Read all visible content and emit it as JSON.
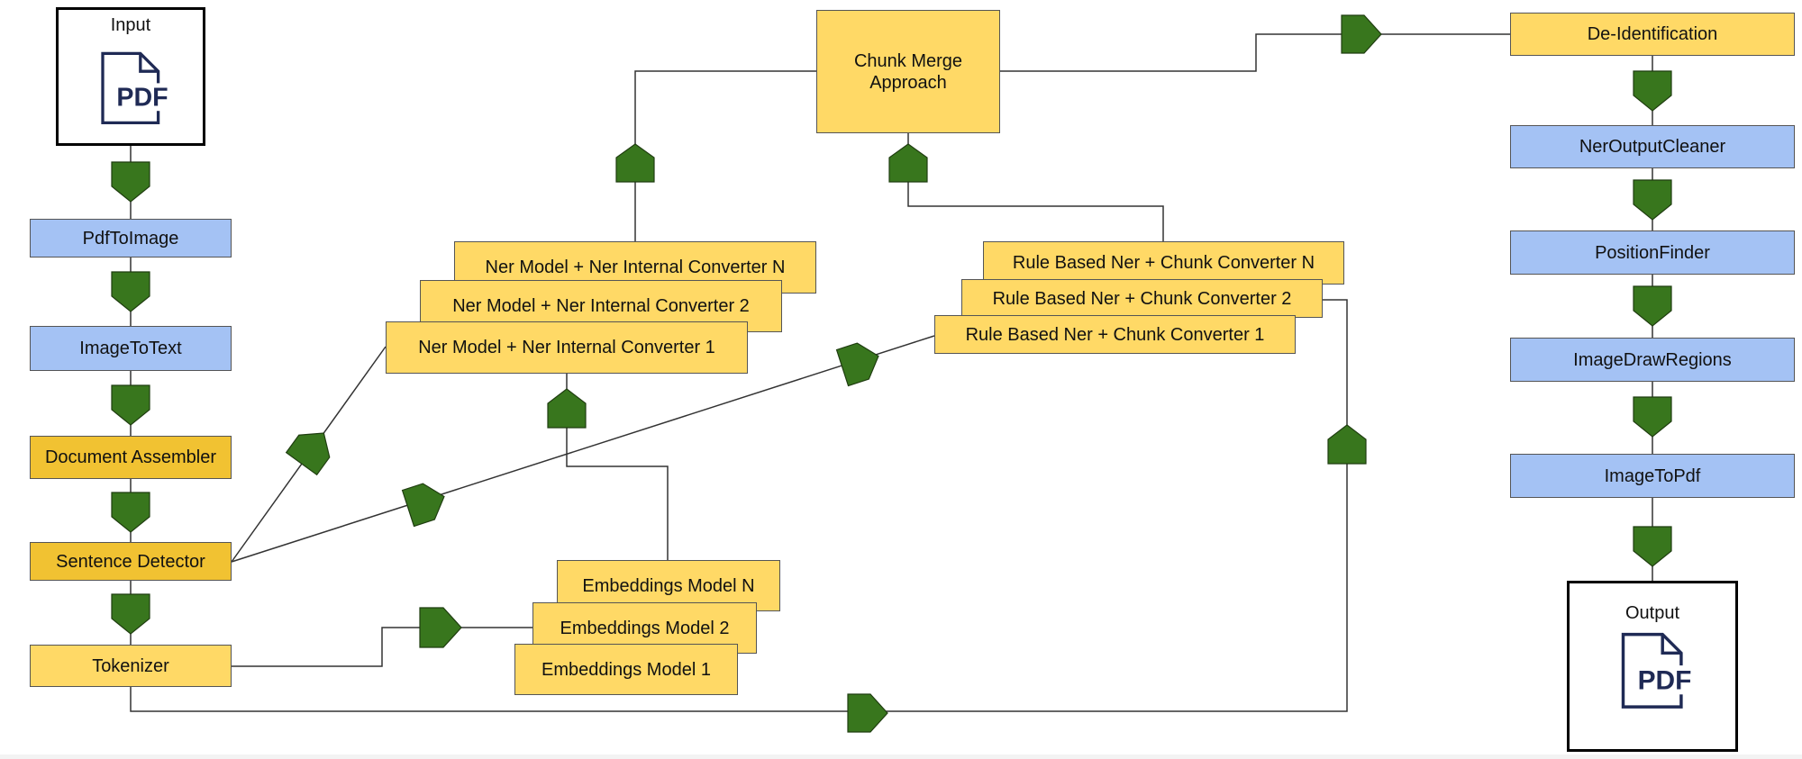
{
  "input": {
    "label": "Input",
    "icon": "pdf-file-icon",
    "icon_text": "PDF"
  },
  "output": {
    "label": "Output",
    "icon": "pdf-file-icon",
    "icon_text": "PDF"
  },
  "left_pipeline": {
    "pdf_to_image": "PdfToImage",
    "image_to_text": "ImageToText",
    "document_assembler": "Document Assembler",
    "sentence_detector": "Sentence Detector",
    "tokenizer": "Tokenizer"
  },
  "embeddings": [
    "Embeddings Model N",
    "Embeddings Model 2",
    "Embeddings Model 1"
  ],
  "ner_models": [
    "Ner Model + Ner Internal Converter N",
    "Ner Model + Ner Internal Converter 2",
    "Ner Model + Ner Internal Converter 1"
  ],
  "rule_based": [
    "Rule Based Ner + Chunk Converter N",
    "Rule Based Ner + Chunk Converter 2",
    "Rule Based Ner + Chunk Converter 1"
  ],
  "chunk_merge": {
    "line1": "Chunk Merge",
    "line2": "Approach"
  },
  "right_pipeline": {
    "de_identification": "De-Identification",
    "ner_output_cleaner": "NerOutputCleaner",
    "position_finder": "PositionFinder",
    "image_draw_regions": "ImageDrawRegions",
    "image_to_pdf": "ImageToPdf"
  },
  "colors": {
    "blue_stage": "#a4c2f4",
    "yellow_stage": "#ffd966",
    "gold_stage": "#f1c232",
    "connector": "#38761d",
    "line": "#333333"
  }
}
